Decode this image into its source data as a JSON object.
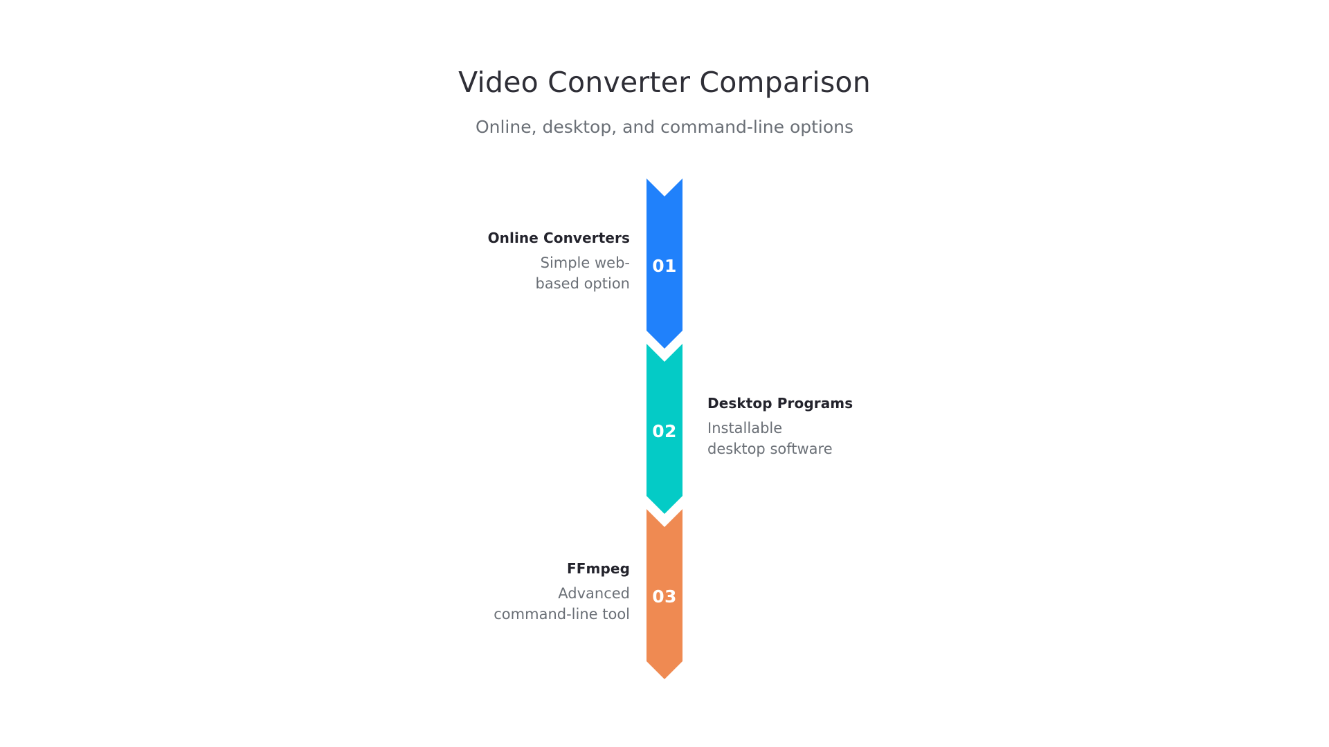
{
  "header": {
    "title": "Video Converter Comparison",
    "subtitle": "Online, desktop, and command-line options"
  },
  "colors": {
    "background": "#ffffff",
    "title": "#2e2e36",
    "subtitle": "#6a6f76",
    "label_title": "#23232c",
    "label_desc": "#6a6f76",
    "step_1": "#2081fb",
    "step_2": "#04cbc6",
    "step_3": "#ef8a52",
    "number_text": "#ffffff"
  },
  "chart_data": {
    "type": "diagram",
    "subtype": "vertical-chevron-funnel",
    "title": "Video Converter Comparison",
    "subtitle": "Online, desktop, and command-line options",
    "orientation": "vertical",
    "step_count": 3,
    "legend": "none",
    "grid": false,
    "steps": [
      {
        "number": "01",
        "title": "Online Converters",
        "description": "Simple web-\nbased option",
        "color": "#2081fb",
        "label_side": "left"
      },
      {
        "number": "02",
        "title": "Desktop Programs",
        "description": "Installable\ndesktop software",
        "color": "#04cbc6",
        "label_side": "right"
      },
      {
        "number": "03",
        "title": "FFmpeg",
        "description": "Advanced\ncommand-line tool",
        "color": "#ef8a52",
        "label_side": "left"
      }
    ]
  }
}
